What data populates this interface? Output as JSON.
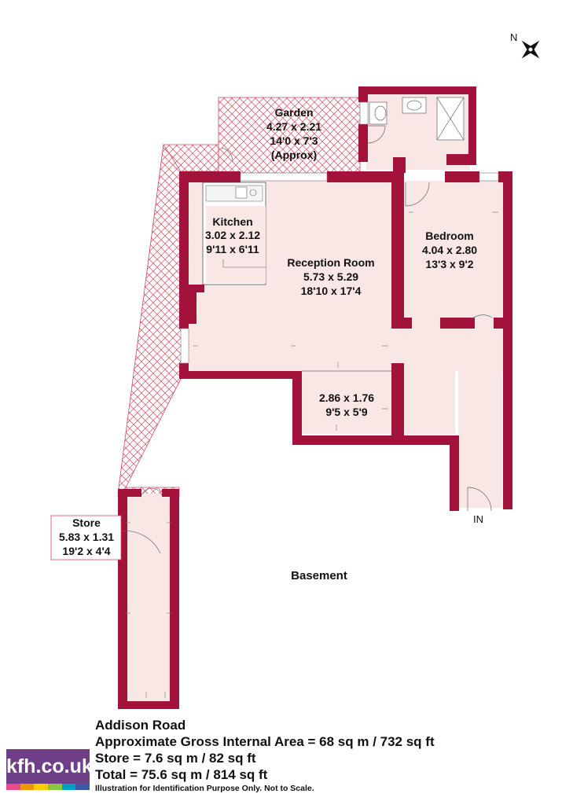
{
  "compass": {
    "label": "N"
  },
  "rooms": {
    "garden": {
      "name": "Garden",
      "metric": "4.27 x 2.21",
      "imperial": "14'0 x 7'3",
      "note": "(Approx)"
    },
    "kitchen": {
      "name": "Kitchen",
      "metric": "3.02 x 2.12",
      "imperial": "9'11 x 6'11"
    },
    "reception": {
      "name": "Reception Room",
      "metric": "5.73 x 5.29",
      "imperial": "18'10 x 17'4"
    },
    "bedroom": {
      "name": "Bedroom",
      "metric": "4.04 x 2.80",
      "imperial": "13'3 x 9'2"
    },
    "small_room": {
      "metric": "2.86 x 1.76",
      "imperial": "9'5 x 5'9"
    },
    "store": {
      "name": "Store",
      "metric": "5.83 x 1.31",
      "imperial": "19'2 x 4'4"
    }
  },
  "entrance_label": "IN",
  "floor_label": "Basement",
  "footer": {
    "address": "Addison Road",
    "gross_area": "Approximate Gross Internal Area = 68 sq m / 732 sq ft",
    "store_area": "Store = 7.6 sq m / 82 sq ft",
    "total_area": "Total = 75.6 sq m / 814 sq ft",
    "disclaimer": "Illustration for Identification Purpose Only. Not to Scale."
  },
  "logo": {
    "text": "kfh.co.uk",
    "stripe_colors": [
      "#e84b8a",
      "#f29400",
      "#ffcc00",
      "#8cc63f",
      "#00a0c6",
      "#3b5ba9"
    ]
  },
  "colors": {
    "wall": "#a3123a",
    "floor": "#f9e7e6",
    "hatch": "#d9485f"
  }
}
